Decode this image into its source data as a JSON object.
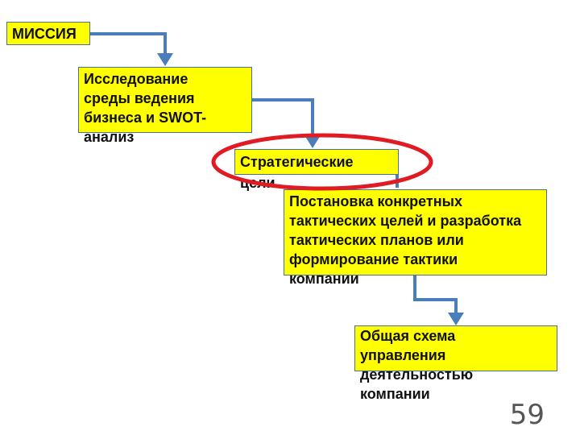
{
  "boxes": {
    "mission": "МИССИЯ",
    "research": "Исследование среды ведения бизнеса и SWOT-анализ",
    "strategic": "Стратегические цели",
    "tactics": "Постановка конкретных тактических целей и разработка тактических планов или формирование тактики компании",
    "general": "Общая схема управления деятельностью компании"
  },
  "page_number": "59",
  "colors": {
    "box_fill": "#ffff00",
    "arrow": "#4a7ebb",
    "highlight_ellipse": "#e01b24"
  }
}
